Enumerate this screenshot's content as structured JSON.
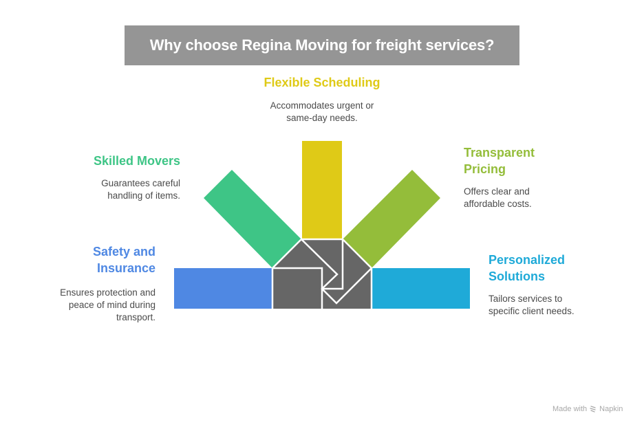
{
  "title": "Why choose Regina Moving for freight services?",
  "items": [
    {
      "id": "safety",
      "label_lines": [
        "Safety and",
        "Insurance"
      ],
      "description_lines": [
        "Ensures protection and",
        "peace of mind during",
        "transport."
      ],
      "color": "#4f88e3"
    },
    {
      "id": "skilled",
      "label_lines": [
        "Skilled Movers"
      ],
      "description_lines": [
        "Guarantees careful",
        "handling of items."
      ],
      "color": "#3ec586"
    },
    {
      "id": "flexible",
      "label_lines": [
        "Flexible Scheduling"
      ],
      "description_lines": [
        "Accommodates urgent or",
        "same-day needs."
      ],
      "color": "#dfca17"
    },
    {
      "id": "transparent",
      "label_lines": [
        "Transparent",
        "Pricing"
      ],
      "description_lines": [
        "Offers clear and",
        "affordable costs."
      ],
      "color": "#94bd3a"
    },
    {
      "id": "personalized",
      "label_lines": [
        "Personalized",
        "Solutions"
      ],
      "description_lines": [
        "Tailors services to",
        "specific client needs."
      ],
      "color": "#1faad8"
    }
  ],
  "hub_color": "#666666",
  "footer": {
    "made_with": "Made with",
    "brand": "Napkin",
    "icon": "napkin-logo-icon"
  }
}
